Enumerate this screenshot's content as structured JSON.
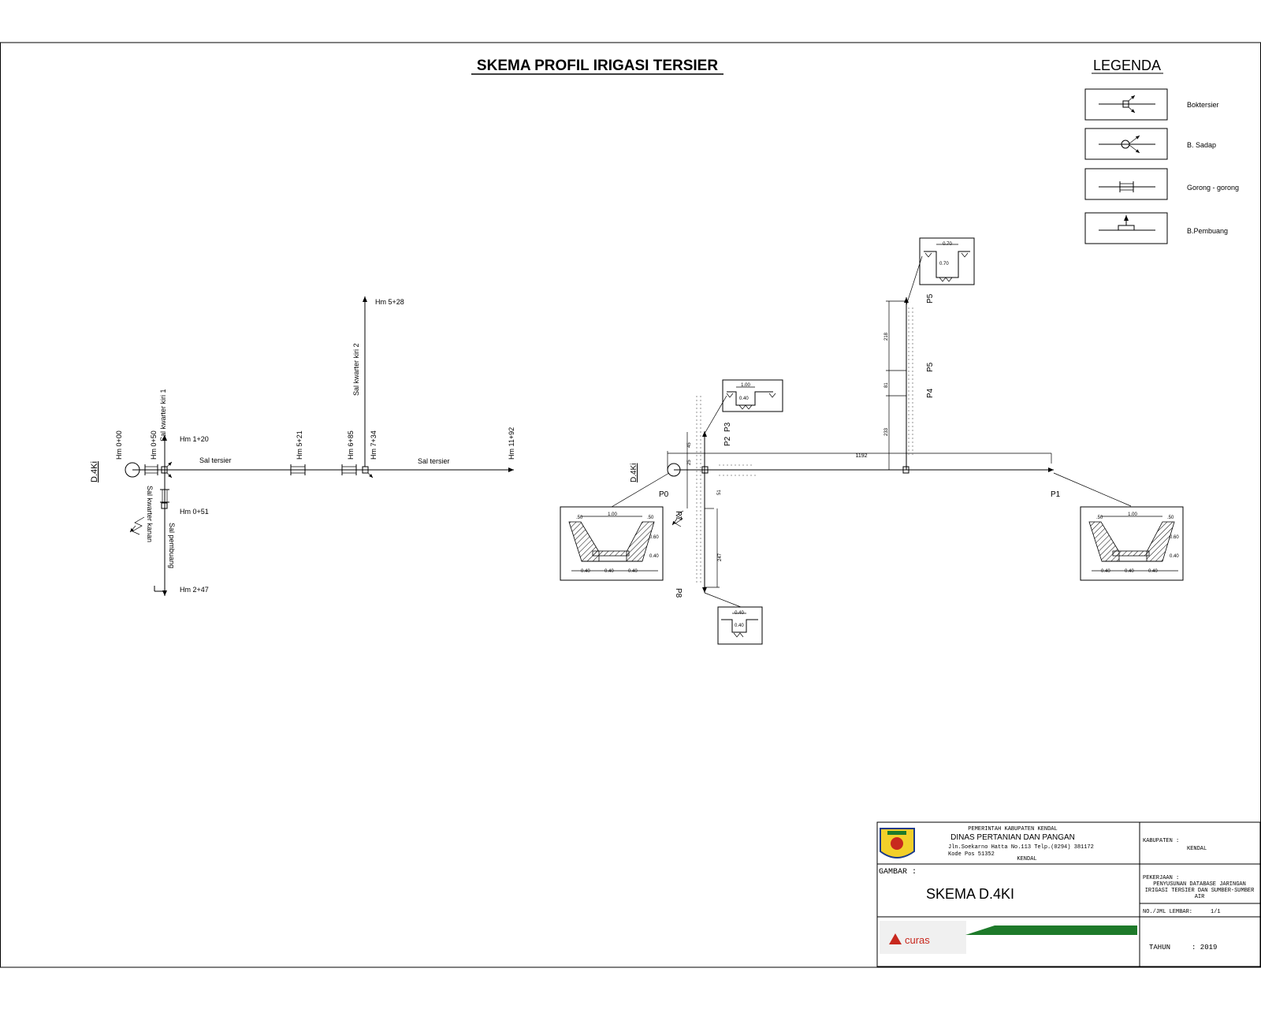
{
  "title": "SKEMA PROFIL IRIGASI TERSIER",
  "legend": {
    "heading": "LEGENDA",
    "items": [
      {
        "label": "Boktersier",
        "icon": "box-tersier-icon"
      },
      {
        "label": "B. Sadap",
        "icon": "bangunan-sadap-icon"
      },
      {
        "label": "Gorong - gorong",
        "icon": "culvert-icon"
      },
      {
        "label": "B.Pembuang",
        "icon": "drain-structure-icon"
      }
    ]
  },
  "schema": {
    "left_marker": "D.4Ki",
    "stations": {
      "hm0_00": "Hm 0+00",
      "hm0_50": "Hm 0+50",
      "hm1_20": "Hm 1+20",
      "hm5_21": "Hm 5+21",
      "hm6_85": "Hm 6+85",
      "hm7_34": "Hm 7+34",
      "hm11_92": "Hm 11+92",
      "hm5_28": "Hm 5+28",
      "hm0_51": "Hm 0+51",
      "hm2_47": "Hm 2+47"
    },
    "channels": {
      "tersier_a": "Sal tersier",
      "tersier_b": "Sal tersier",
      "kwarter_kiri_1": "Sal kwarter kiri 1",
      "kwarter_kiri_2": "Sal kwarter kiri 2",
      "kwarter_kanan": "Sal kwarter kanan",
      "pembuang": "Sal pembuang"
    }
  },
  "profile": {
    "marker": "D.4Ki",
    "points": {
      "p0": "P0",
      "p1": "P1",
      "p2": "P2",
      "p3": "P3",
      "p4": "P4",
      "p5a": "P5",
      "p5b": "P5",
      "p7": "P7",
      "p8": "P8"
    },
    "lengths": {
      "main": "1192",
      "v1": "218",
      "v2": "81",
      "v3": "233",
      "v4": "45",
      "v5": "25",
      "v6": "51",
      "v7": "247"
    },
    "section_dims": {
      "s100": "1.00",
      "s50": ".50",
      "s60": "0.60",
      "s40": "0.40",
      "s70": "0.70",
      "s40b": "0.40",
      "s70b": "0.70",
      "s40c": "0.40",
      "s40d": "0.40"
    }
  },
  "title_block": {
    "gov": "PEMERINTAH KABUPATEN KENDAL",
    "dept": "DINAS PERTANIAN DAN PANGAN",
    "address": "Jln.Soekarno Hatta No.113 Telp.(0294) 381172",
    "postcode": "Kode Pos 51352",
    "city": "KENDAL",
    "kabupaten_label": "KABUPATEN :",
    "kabupaten_value": "KENDAL",
    "gambar_label": "GAMBAR :",
    "gambar_value": "SKEMA D.4KI",
    "pekerjaan_label": "PEKERJAAN :",
    "pekerjaan_line1": "PENYUSUNAN DATABASE JARINGAN",
    "pekerjaan_line2": "IRIGASI TERSIER DAN SUMBER-SUMBER",
    "pekerjaan_line3": "AIR",
    "lembar_label": "NO./JML LEMBAR:",
    "lembar_value": "1/1",
    "tahun_label": "TAHUN",
    "tahun_value": ": 2019",
    "consultant_logo_text": "curas"
  },
  "colors": {
    "accent_green": "#1e7a2a",
    "logo_red": "#c8281e",
    "seal_yellow": "#f2cf2a"
  }
}
